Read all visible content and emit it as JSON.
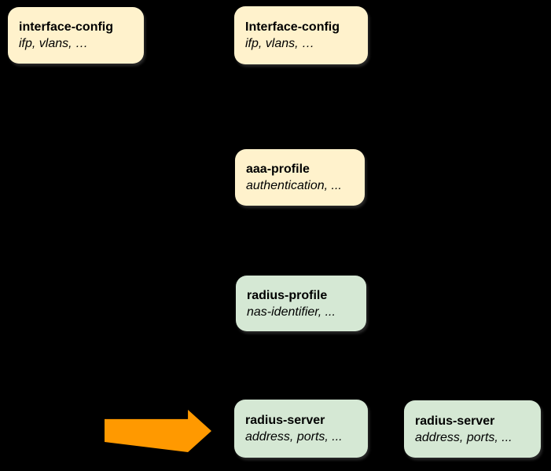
{
  "palette": {
    "background": "#000000",
    "node_yellow": "#FFF2CC",
    "node_green": "#D5E8D4",
    "arrow_orange": "#FF9900",
    "text": "#000000"
  },
  "nodes": [
    {
      "id": "interface-config-left",
      "title": "interface-config",
      "subtitle": "ifp, vlans, …",
      "fill": "node_yellow"
    },
    {
      "id": "interface-config-mid",
      "title": "Interface-config",
      "subtitle": "ifp, vlans, …",
      "fill": "node_yellow"
    },
    {
      "id": "aaa-profile",
      "title": "aaa-profile",
      "subtitle": "authentication, ...",
      "fill": "node_yellow"
    },
    {
      "id": "radius-profile",
      "title": "radius-profile",
      "subtitle": "nas-identifier, ...",
      "fill": "node_green"
    },
    {
      "id": "radius-server-mid",
      "title": "radius-server",
      "subtitle": "address, ports, ...",
      "fill": "node_green"
    },
    {
      "id": "radius-server-right",
      "title": "radius-server",
      "subtitle": "address, ports, ...",
      "fill": "node_green"
    }
  ],
  "arrow": {
    "meaning": "highlight pointing to radius-server"
  }
}
